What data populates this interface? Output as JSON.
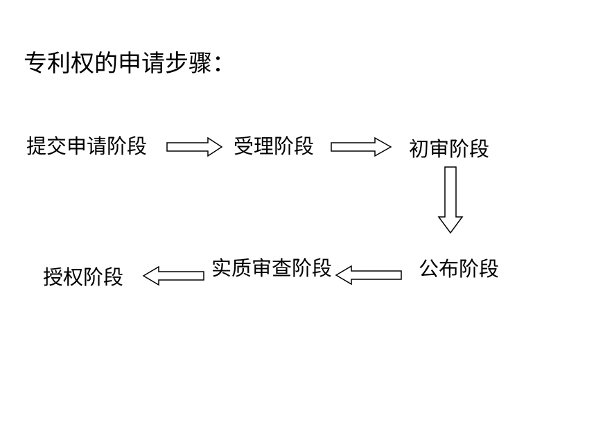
{
  "title": "专利权的申请步骤：",
  "steps": [
    {
      "label": "提交申请阶段"
    },
    {
      "label": "受理阶段"
    },
    {
      "label": "初审阶段"
    },
    {
      "label": "公布阶段"
    },
    {
      "label": "实质审查阶段"
    },
    {
      "label": "授权阶段"
    }
  ],
  "colors": {
    "text": "#000000",
    "arrow_stroke": "#000000",
    "arrow_fill": "#ffffff",
    "background": "#ffffff"
  }
}
